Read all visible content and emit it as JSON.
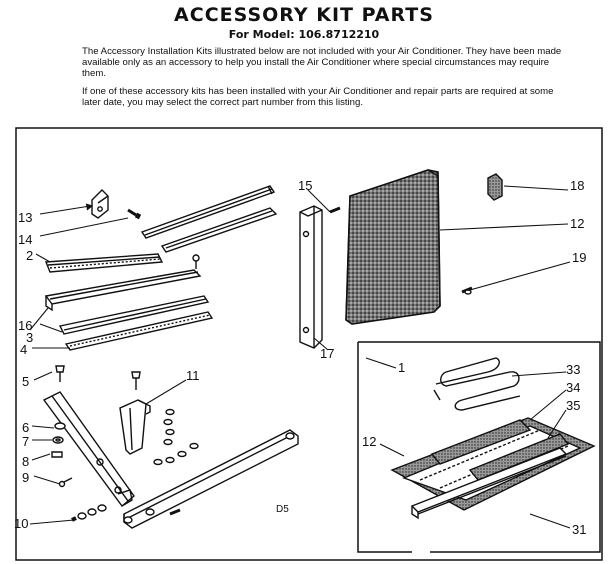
{
  "header": {
    "title": "ACCESSORY KIT PARTS",
    "model_line": "For Model: 106.8712210"
  },
  "intro": {
    "paragraph1": "The Accessory Installation Kits illustrated below are not included with your Air Conditioner. They have been made available only as an accessory to help you install the Air Conditioner where special circumstances may require them.",
    "paragraph2": "If one of these accessory kits has been installed with your Air Conditioner and repair parts are required at some later date, you may select the correct part number from this listing."
  },
  "callouts": {
    "c1": "1",
    "c2": "2",
    "c3": "3",
    "c4": "4",
    "c5": "5",
    "c6": "6",
    "c7": "7",
    "c8": "8",
    "c9": "9",
    "c10": "10",
    "c11": "11",
    "c12a": "12",
    "c12b": "12",
    "c13": "13",
    "c14": "14",
    "c15": "15",
    "c16": "16",
    "c17": "17",
    "c18": "18",
    "c19": "19",
    "c31": "31",
    "c33": "33",
    "c34": "34",
    "c35": "35"
  },
  "diagram_code": "D5"
}
